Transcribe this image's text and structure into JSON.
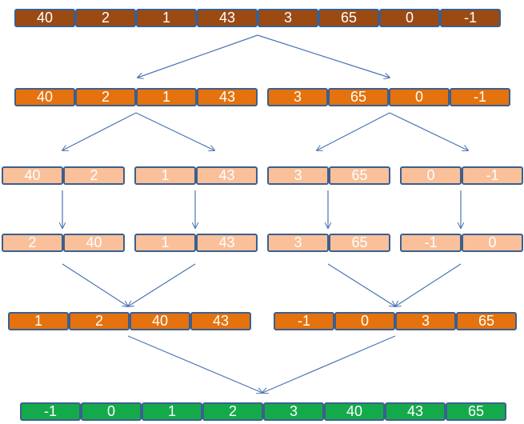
{
  "diagram": {
    "colors": {
      "level0": "#9b4a12",
      "level1": "#e4720e",
      "level2": "#f9c09a",
      "merged": "#14aa4c",
      "border": "#3b5f8f",
      "arrow": "#4a74b4"
    },
    "input_array": [
      "40",
      "2",
      "1",
      "43",
      "3",
      "65",
      "0",
      "-1"
    ],
    "split_halves": [
      [
        "40",
        "2",
        "1",
        "43"
      ],
      [
        "3",
        "65",
        "0",
        "-1"
      ]
    ],
    "split_pairs": [
      [
        "40",
        "2"
      ],
      [
        "1",
        "43"
      ],
      [
        "3",
        "65"
      ],
      [
        "0",
        "-1"
      ]
    ],
    "sorted_pairs": [
      [
        "2",
        "40"
      ],
      [
        "1",
        "43"
      ],
      [
        "3",
        "65"
      ],
      [
        "-1",
        "0"
      ]
    ],
    "merged_halves": [
      [
        "1",
        "2",
        "40",
        "43"
      ],
      [
        "-1",
        "0",
        "3",
        "65"
      ]
    ],
    "sorted_array": [
      "-1",
      "0",
      "1",
      "2",
      "3",
      "40",
      "43",
      "65"
    ]
  }
}
